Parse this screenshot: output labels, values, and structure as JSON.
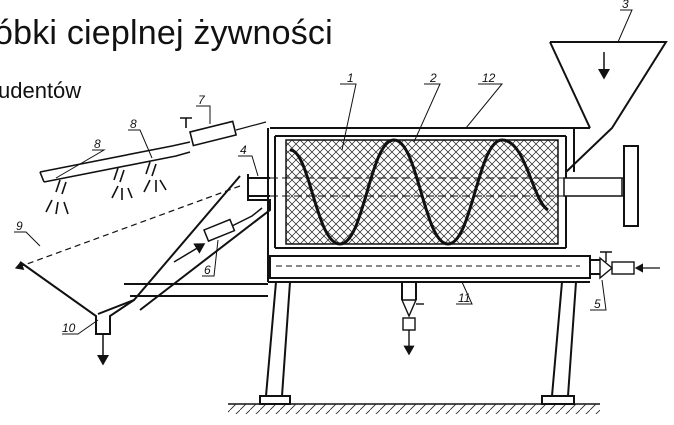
{
  "slide": {
    "title": "óbki cieplnej żywności",
    "subtitle": "udentów"
  },
  "diagram": {
    "labels": {
      "l1": "1",
      "l2": "2",
      "l3": "3",
      "l4": "4",
      "l5": "5",
      "l6": "6",
      "l7": "7",
      "l8a": "8",
      "l8b": "8",
      "l9": "9",
      "l10": "10",
      "l11": "11",
      "l12": "12"
    }
  },
  "colors": {
    "ink": "#1a1a1a",
    "background": "#ffffff"
  }
}
